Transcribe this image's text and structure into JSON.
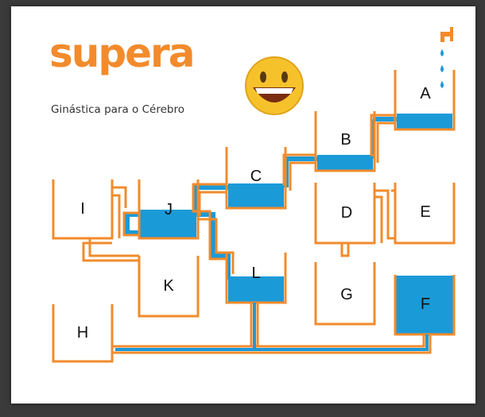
{
  "brand": {
    "logo_text": "supera",
    "tagline": "Ginástica para o Cérebro"
  },
  "colors": {
    "pipe": "#f28b2c",
    "water": "#1b9ad8",
    "frame": "#3a3a3a",
    "emoji_face": "#f6c22c"
  },
  "icons": {
    "emoji": "grinning-face-icon",
    "faucet": "faucet-icon",
    "drops": "water-drop-icon"
  },
  "containers": [
    {
      "label": "A",
      "filled": "partial"
    },
    {
      "label": "B",
      "filled": "partial"
    },
    {
      "label": "C",
      "filled": "partial"
    },
    {
      "label": "D",
      "filled": "empty"
    },
    {
      "label": "E",
      "filled": "empty"
    },
    {
      "label": "F",
      "filled": "full"
    },
    {
      "label": "G",
      "filled": "empty"
    },
    {
      "label": "H",
      "filled": "empty"
    },
    {
      "label": "I",
      "filled": "empty"
    },
    {
      "label": "J",
      "filled": "partial"
    },
    {
      "label": "K",
      "filled": "empty"
    },
    {
      "label": "L",
      "filled": "partial"
    }
  ]
}
